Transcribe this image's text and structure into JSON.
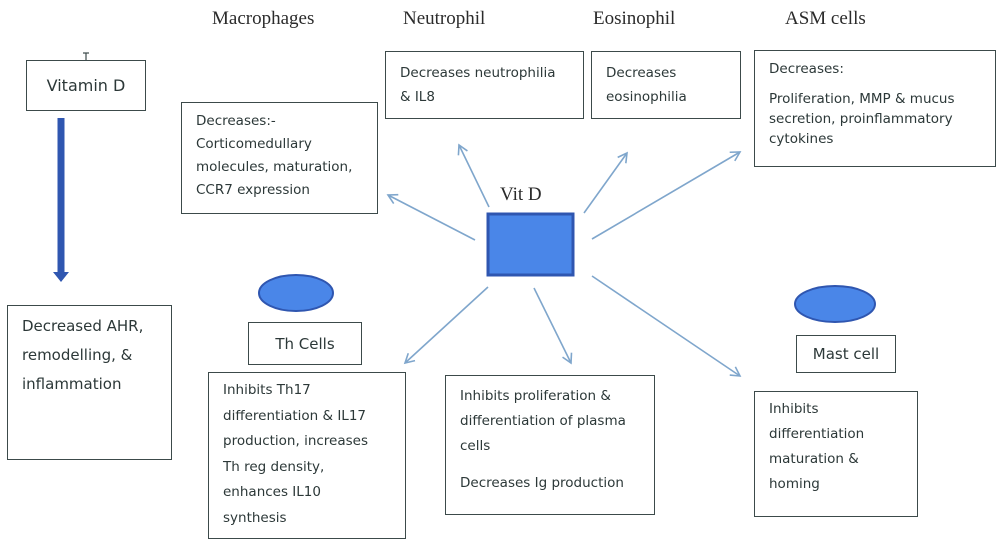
{
  "center": {
    "label": "Vit D",
    "fill_color": "#4a86e8",
    "border_color": "#2f56b0"
  },
  "vitamin_d_box": {
    "label": "Vitamin D"
  },
  "outcome_box": {
    "lines": [
      "Decreased AHR,",
      "remodelling, &",
      "inflammation"
    ]
  },
  "headings": {
    "macrophages": "Macrophages",
    "neutrophil": "Neutrophil",
    "eosinophil": "Eosinophil",
    "asm": "ASM cells"
  },
  "effects": {
    "macrophages": [
      "Decreases:-",
      "Corticomedullary",
      "molecules, maturation,",
      "CCR7 expression"
    ],
    "neutrophil": [
      "Decreases neutrophilia",
      "& IL8"
    ],
    "eosinophil": [
      "Decreases",
      "eosinophilia"
    ],
    "asm_title": "Decreases:",
    "asm": [
      "Proliferation,  MMP & mucus",
      "secretion, proinflammatory",
      "cytokines"
    ],
    "th_cells": [
      "Inhibits Th17",
      "differentiation & IL17",
      "production, increases",
      "Th reg density,",
      "enhances IL10",
      "synthesis"
    ],
    "plasma": [
      "Inhibits proliferation &",
      "differentiation of plasma",
      "cells"
    ],
    "plasma_extra": "Decreases Ig production",
    "mast": [
      "Inhibits",
      "differentiation",
      "maturation &",
      "homing"
    ]
  },
  "cell_labels": {
    "th_cells": "Th Cells",
    "mast_cell": "Mast cell"
  },
  "colors": {
    "arrow": "#7fa6cc",
    "thick_arrow": "#2f56b0",
    "oval_fill": "#4a86e8",
    "oval_stroke": "#2f56b0"
  }
}
